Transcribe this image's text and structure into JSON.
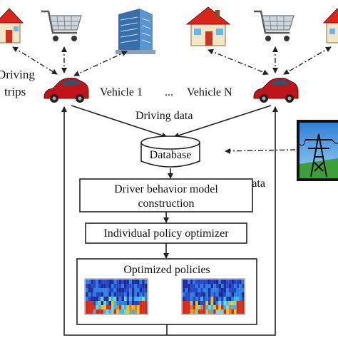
{
  "labels": {
    "driving_trips_line1": "Driving",
    "driving_trips_line2": "trips",
    "vehicle_1": "Vehicle 1",
    "ellipsis": "...",
    "vehicle_n": "Vehicle N",
    "driving_data": "Driving data",
    "database": "Database",
    "grid_data": "Grid data",
    "driver_model_line1": "Driver behavior model",
    "driver_model_line2": "construction",
    "policy_optimizer": "Individual policy optimizer",
    "optimized_policies": "Optimized policies"
  },
  "icons": {
    "top_row": [
      "house-icon",
      "shopping-cart-icon",
      "office-building-icon",
      "house-icon",
      "shopping-cart-icon",
      "house-icon"
    ],
    "vehicles": [
      "red-car-icon",
      "red-car-icon"
    ],
    "grid": "power-tower-icon"
  },
  "colors": {
    "car_body": "#c0141b",
    "house_wall": "#f2e6c8",
    "house_roof": "#d9261c",
    "building": "#4a7fb8",
    "grid_sky": "#5aa7e0",
    "grid_ground": "#3e9e3a",
    "heatmap_cool": "#1b2d9e",
    "heatmap_warm": "#d42a1a"
  }
}
